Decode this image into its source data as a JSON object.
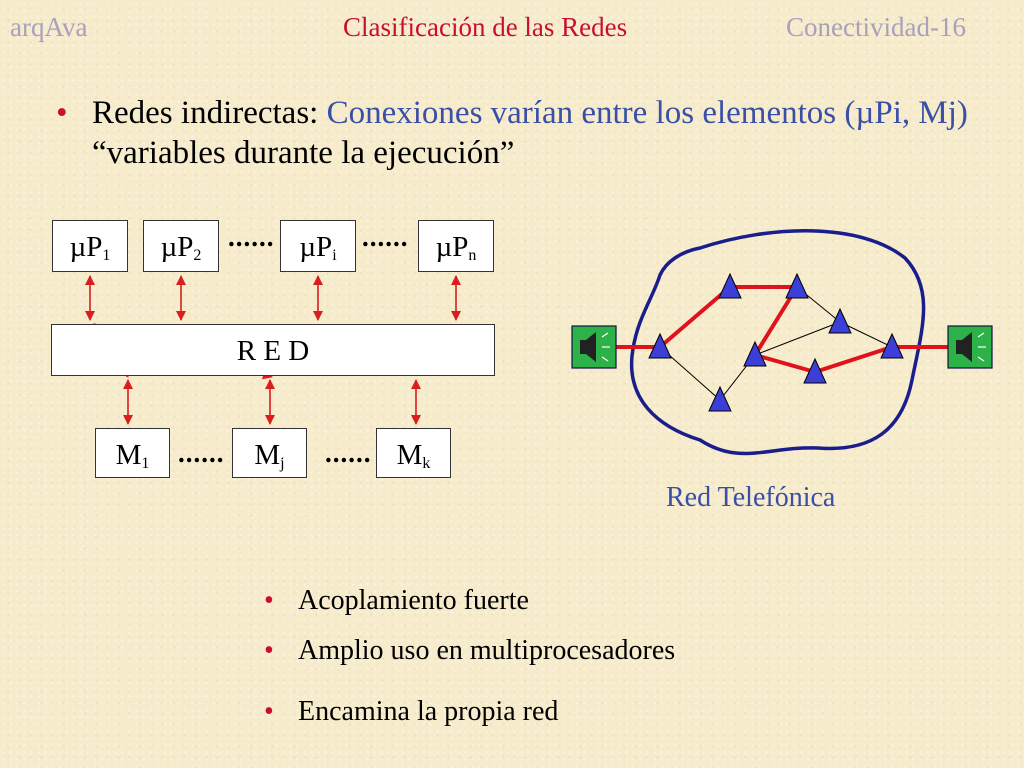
{
  "header": {
    "left": "arqAva",
    "center": "Clasificación de las Redes",
    "right": "Conectividad-16"
  },
  "main_bullet": {
    "lead": "Redes indirectas:",
    "highlight": "Conexiones varían entre los elementos",
    "pair": "(µPi, Mj)",
    "tail": "“variables durante la ejecución”"
  },
  "diagram": {
    "processors": [
      {
        "base": "µP",
        "sub": "1"
      },
      {
        "base": "µP",
        "sub": "2"
      },
      {
        "base": "µP",
        "sub": "i"
      },
      {
        "base": "µP",
        "sub": "n"
      }
    ],
    "network_label": "R E D",
    "memories": [
      {
        "base": "M",
        "sub": "1"
      },
      {
        "base": "M",
        "sub": "j"
      },
      {
        "base": "M",
        "sub": "k"
      }
    ],
    "ellipsis": "......"
  },
  "telephone": {
    "label": "Red Telefónica",
    "colors": {
      "node": "#3B3FD8",
      "link": "#E0121B",
      "boundary": "#1A1E8C",
      "phone": "#2DB24A"
    }
  },
  "sub_bullets": [
    "Acoplamiento fuerte",
    "Amplio uso en multiprocesadores",
    "Encamina la propia red"
  ],
  "colors": {
    "accent_red": "#C8102E",
    "accent_blue": "#3A4FA8",
    "muted": "#A9A0BE",
    "background": "#F6EBCB"
  }
}
